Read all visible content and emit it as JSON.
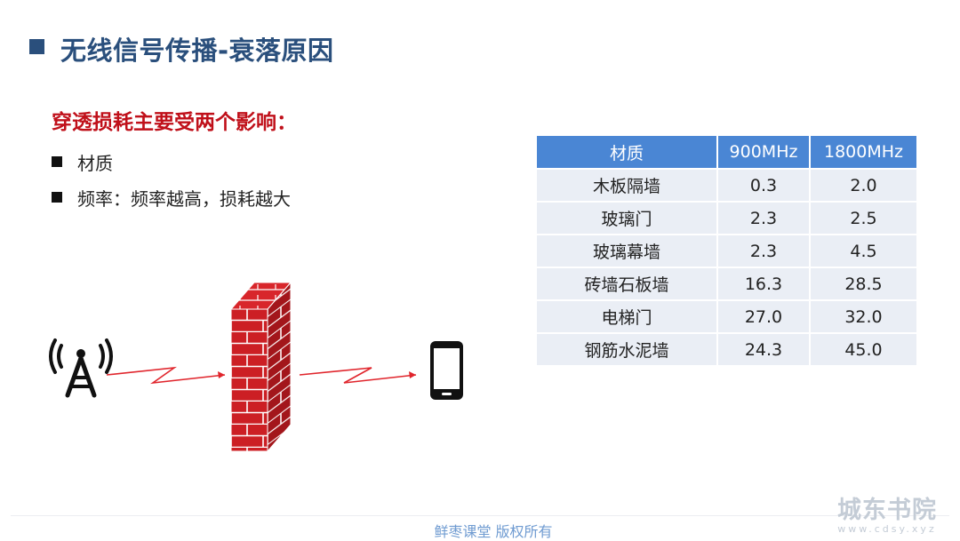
{
  "slide": {
    "title": "无线信号传播-衰落原因",
    "subtitle": "穿透损耗主要受两个影响：",
    "bullets": [
      "材质",
      "频率：频率越高，损耗越大"
    ]
  },
  "table": {
    "headers": [
      "材质",
      "900MHz",
      "1800MHz"
    ],
    "rows": [
      [
        "木板隔墙",
        "0.3",
        "2.0"
      ],
      [
        "玻璃门",
        "2.3",
        "2.5"
      ],
      [
        "玻璃幕墙",
        "2.3",
        "4.5"
      ],
      [
        "砖墙石板墙",
        "16.3",
        "28.5"
      ],
      [
        "电梯门",
        "27.0",
        "32.0"
      ],
      [
        "钢筋水泥墙",
        "24.3",
        "45.0"
      ]
    ]
  },
  "illustration": {
    "icons": [
      "antenna-tower-icon",
      "brick-wall",
      "smartphone-icon"
    ],
    "colors": {
      "brick": "#cc1f24",
      "mortar": "#ffffff",
      "signal": "#e0252c"
    }
  },
  "footer": {
    "text": "鲜枣课堂  版权所有"
  },
  "watermark": {
    "main": "城东书院",
    "sub": "www.cdsy.xyz"
  },
  "colors": {
    "title": "#2a4f7c",
    "subtitle": "#c0101a",
    "table_header": "#4a86d4",
    "table_row": "#eaeef5",
    "footer": "#6f9bd1"
  }
}
